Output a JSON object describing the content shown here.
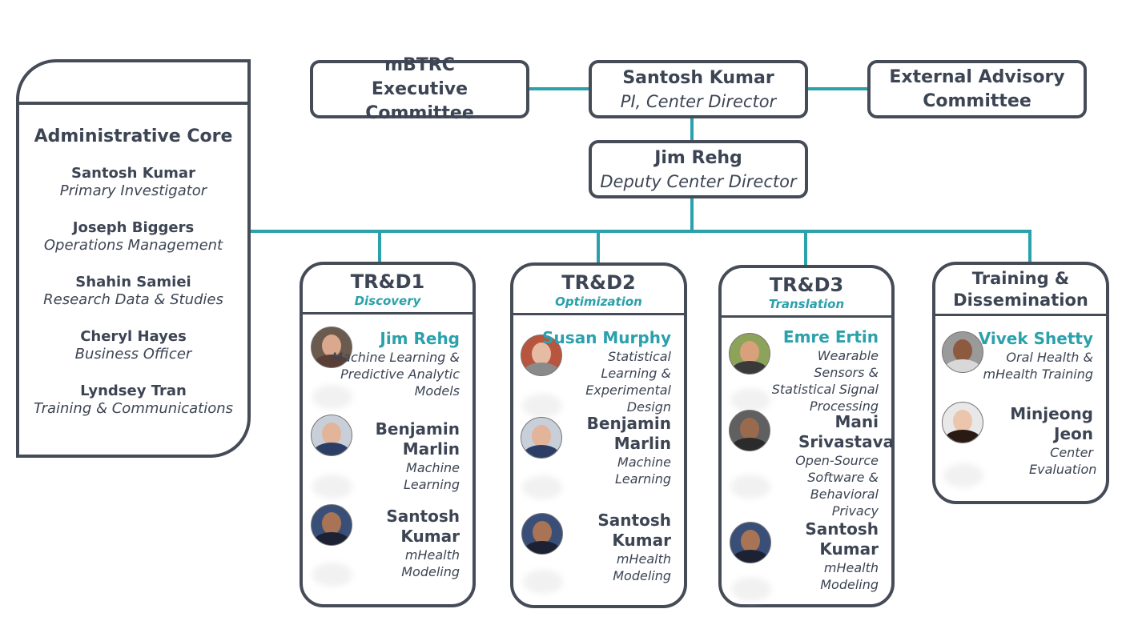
{
  "colors": {
    "accent": "#2aa1ab",
    "border": "#454b57",
    "text": "#3d4554"
  },
  "top": {
    "executive": "mBTRC Executive Committee",
    "director": {
      "name": "Santosh Kumar",
      "role": "PI, Center Director"
    },
    "advisory": "External Advisory Committee",
    "deputy": {
      "name": "Jim Rehg",
      "role": "Deputy Center Director"
    }
  },
  "admin": {
    "title": "Administrative Core",
    "members": [
      {
        "name": "Santosh Kumar",
        "role": "Primary Investigator"
      },
      {
        "name": "Joseph Biggers",
        "role": "Operations Management"
      },
      {
        "name": "Shahin Samiei",
        "role": "Research Data & Studies"
      },
      {
        "name": "Cheryl Hayes",
        "role": "Business Officer"
      },
      {
        "name": "Lyndsey Tran",
        "role": "Training & Communications"
      }
    ]
  },
  "columns": [
    {
      "title": "TR&D1",
      "subtitle": "Discovery",
      "people": [
        {
          "name": "Jim Rehg",
          "role": "Machine Learning & Predictive Analytic Models",
          "icon": "avatar-jim-rehg"
        },
        {
          "name": "Benjamin Marlin",
          "role": "Machine Learning",
          "icon": "avatar-benjamin-marlin"
        },
        {
          "name": "Santosh Kumar",
          "role": "mHealth Modeling",
          "icon": "avatar-santosh-kumar"
        }
      ]
    },
    {
      "title": "TR&D2",
      "subtitle": "Optimization",
      "people": [
        {
          "name": "Susan Murphy",
          "role": "Statistical Learning & Experimental Design",
          "icon": "avatar-susan-murphy"
        },
        {
          "name": "Benjamin Marlin",
          "role": "Machine Learning",
          "icon": "avatar-benjamin-marlin"
        },
        {
          "name": "Santosh Kumar",
          "role": "mHealth Modeling",
          "icon": "avatar-santosh-kumar"
        }
      ]
    },
    {
      "title": "TR&D3",
      "subtitle": "Translation",
      "people": [
        {
          "name": "Emre Ertin",
          "role": "Wearable Sensors & Statistical Signal Processing",
          "icon": "avatar-emre-ertin"
        },
        {
          "name": "Mani Srivastava",
          "role": "Open-Source Software & Behavioral Privacy",
          "icon": "avatar-mani-srivastava"
        },
        {
          "name": "Santosh Kumar",
          "role": "mHealth Modeling",
          "icon": "avatar-santosh-kumar"
        }
      ]
    },
    {
      "title": "Training & Dissemination",
      "people": [
        {
          "name": "Vivek Shetty",
          "role": "Oral Health & mHealth Training",
          "icon": "avatar-vivek-shetty"
        },
        {
          "name": "Minjeong Jeon",
          "role": "Center Evaluation",
          "icon": "avatar-minjeong-jeon"
        }
      ]
    }
  ]
}
